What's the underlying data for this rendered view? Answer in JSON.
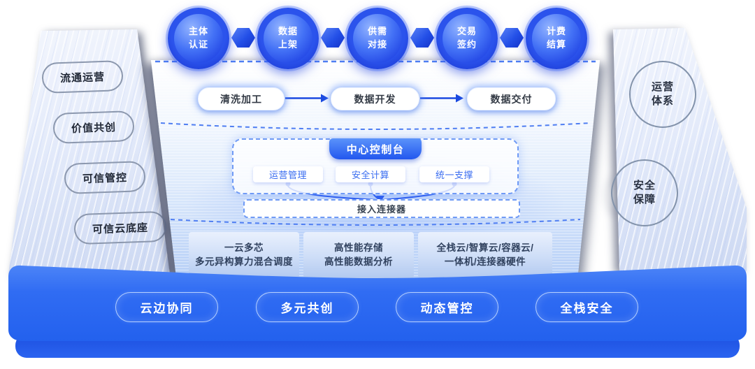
{
  "top_flow": {
    "nodes": [
      {
        "line1": "主体",
        "line2": "认证"
      },
      {
        "line1": "数据",
        "line2": "上架"
      },
      {
        "line1": "供需",
        "line2": "对接"
      },
      {
        "line1": "交易",
        "line2": "签约"
      },
      {
        "line1": "计费",
        "line2": "结算"
      }
    ]
  },
  "process_row": {
    "steps": [
      "清洗加工",
      "数据开发",
      "数据交付"
    ]
  },
  "console": {
    "title": "中心控制台",
    "modules": [
      "运营管理",
      "安全计算",
      "统一支撑"
    ],
    "connector_label": "接入连接器"
  },
  "capability_panels": [
    {
      "line1": "一云多芯",
      "line2": "多元异构算力混合调度"
    },
    {
      "line1": "高性能存储",
      "line2": "高性能数据分析"
    },
    {
      "line1": "全栈云/智算云/容器云/",
      "line2": "一体机/连接器硬件"
    }
  ],
  "left_rail": {
    "items": [
      "流通运营",
      "价值共创",
      "可信管控",
      "可信云底座"
    ]
  },
  "right_rail": {
    "items": [
      {
        "line1": "运营",
        "line2": "体系"
      },
      {
        "line1": "安全",
        "line2": "保障"
      }
    ]
  },
  "bottom_bar": {
    "items": [
      "云边协同",
      "多元共创",
      "动态管控",
      "全栈安全"
    ]
  },
  "colors": {
    "primary_blue": "#2563ee",
    "sphere_blue": "#1e3fd9",
    "dashed_line": "#4f7ef2",
    "panel_text": "#31425f",
    "module_text": "#3a6df0"
  }
}
